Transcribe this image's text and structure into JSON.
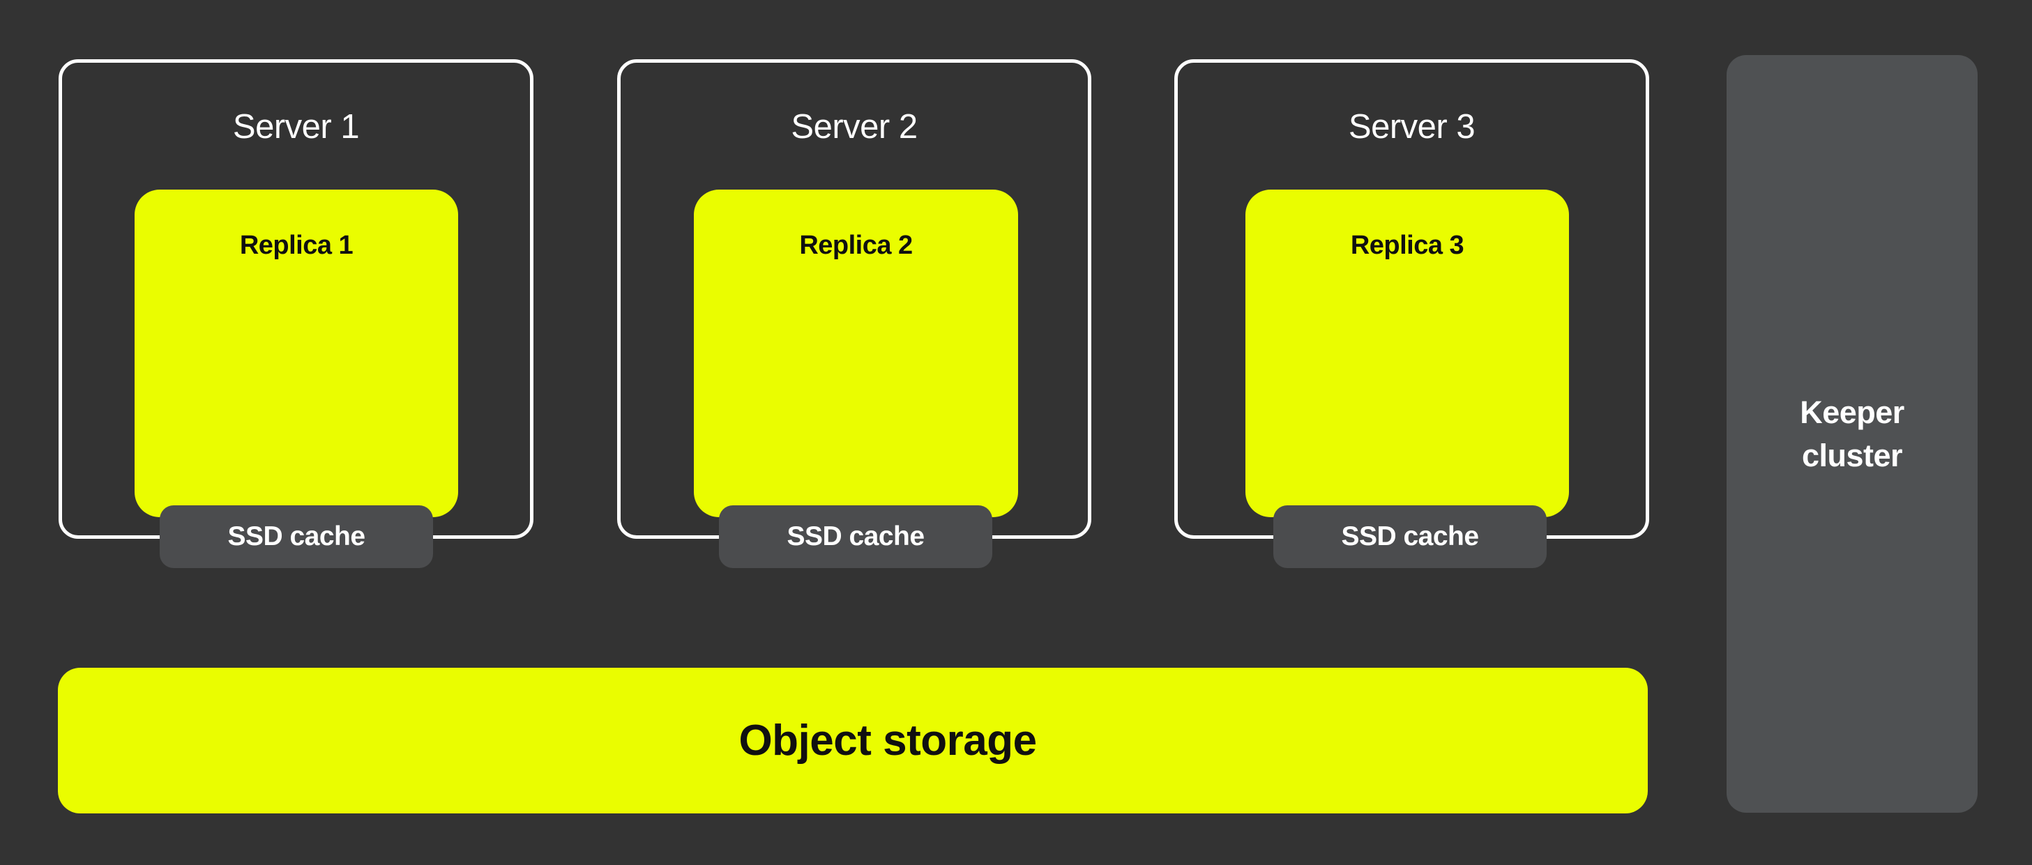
{
  "colors": {
    "background": "#333333",
    "accent_yellow": "#EAFD00",
    "panel_gray": "#4F5153",
    "badge_gray": "#4B4C4E",
    "border_white": "#FFFFFF",
    "text_light": "#FFFFFF",
    "text_dark": "#101010"
  },
  "servers": [
    {
      "label": "Server 1",
      "replica": {
        "label": "Replica 1"
      },
      "cache": {
        "label": "SSD cache"
      }
    },
    {
      "label": "Server 2",
      "replica": {
        "label": "Replica 2"
      },
      "cache": {
        "label": "SSD cache"
      }
    },
    {
      "label": "Server 3",
      "replica": {
        "label": "Replica 3"
      },
      "cache": {
        "label": "SSD cache"
      }
    }
  ],
  "object_storage": {
    "label": "Object storage"
  },
  "keeper": {
    "label": "Keeper cluster",
    "lines": [
      "Keeper",
      "cluster"
    ]
  }
}
